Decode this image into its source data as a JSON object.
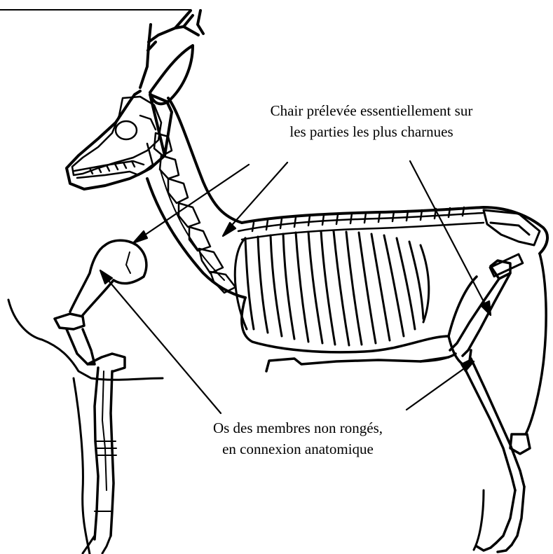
{
  "annotations": {
    "flesh": {
      "line1": "Chair prélevée essentiellement sur",
      "line2": "les parties les plus charnues"
    },
    "bones": {
      "line1": "Os des membres non rongés,",
      "line2": "en connexion anatomique"
    }
  },
  "colors": {
    "ink": "#000000",
    "background": "#ffffff"
  },
  "icons": {
    "figure": "deer-skeleton-illustration"
  }
}
